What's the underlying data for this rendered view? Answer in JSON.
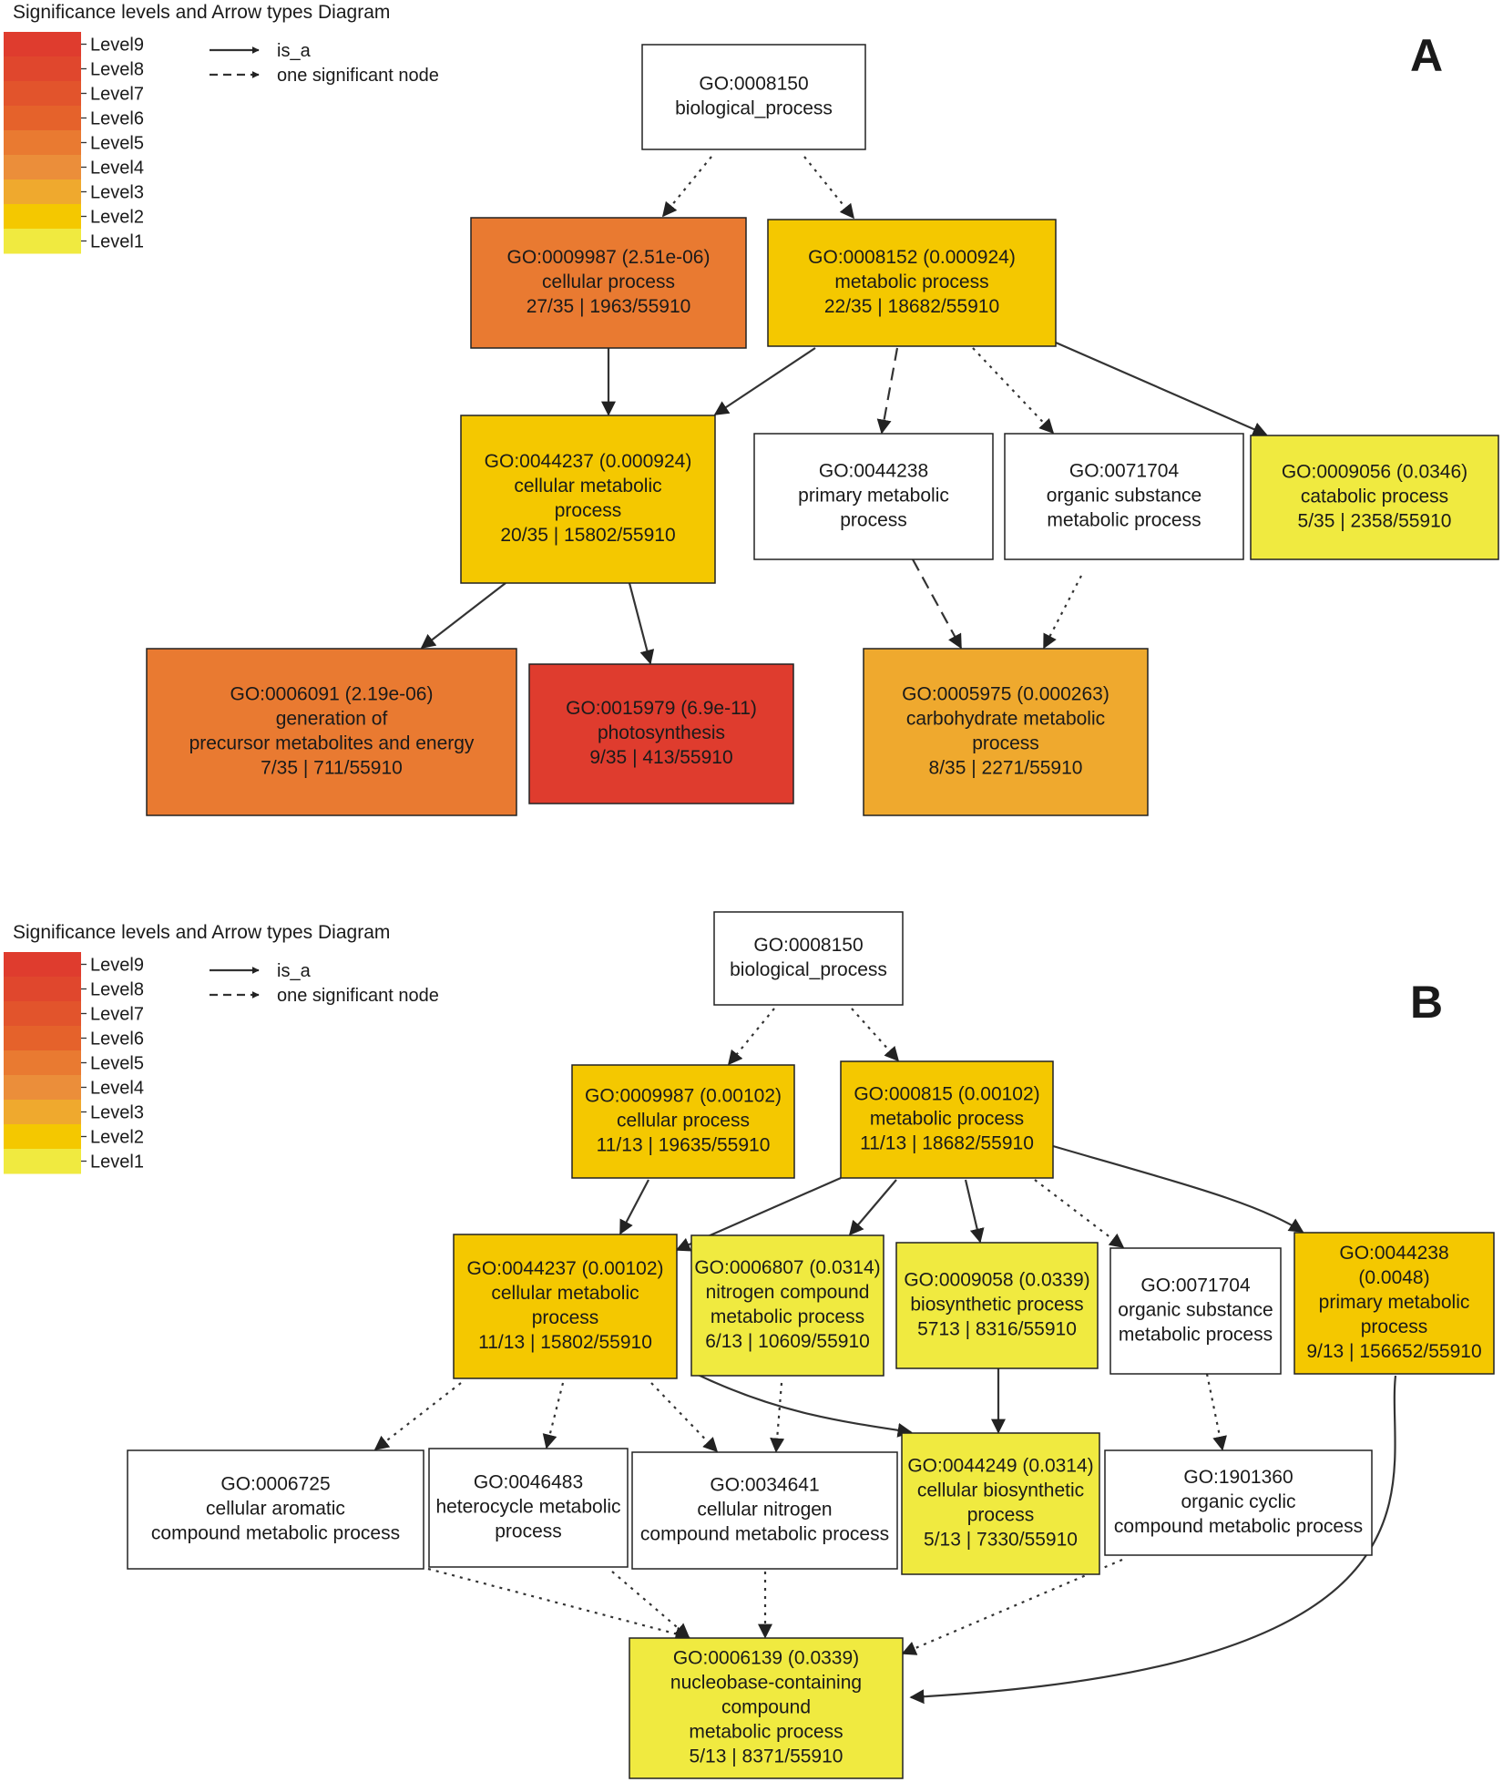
{
  "colors": {
    "level9": "#df3c2e",
    "level8": "#e0472d",
    "level7": "#e2542c",
    "level6": "#e5622b",
    "level5": "#e97a31",
    "level4": "#eb8e3a",
    "level3": "#efa92e",
    "level2": "#f4c800",
    "level1": "#f0ea40",
    "none": "#ffffff"
  },
  "legend": {
    "title": "Significance levels and Arrow types Diagram",
    "levels": [
      "Level9",
      "Level8",
      "Level7",
      "Level6",
      "Level5",
      "Level4",
      "Level3",
      "Level2",
      "Level1"
    ],
    "arrow_types": [
      {
        "label": "is_a",
        "style": "solid"
      },
      {
        "label": "one significant node",
        "style": "dashed"
      }
    ]
  },
  "panels": [
    {
      "letter": "A",
      "nodes": [
        {
          "id": "a_root",
          "fill": "none",
          "lines": [
            "GO:0008150",
            "biological_process"
          ]
        },
        {
          "id": "a_cell",
          "fill": "level5",
          "lines": [
            "GO:0009987 (2.51e-06)",
            "cellular process",
            "27/35 | 1963/55910"
          ]
        },
        {
          "id": "a_meta",
          "fill": "level2",
          "lines": [
            "GO:0008152 (0.000924)",
            "metabolic process",
            "22/35 | 18682/55910"
          ]
        },
        {
          "id": "a_cmp",
          "fill": "level2",
          "lines": [
            "GO:0044237 (0.000924)",
            "cellular metabolic",
            "process",
            "20/35 | 15802/55910"
          ]
        },
        {
          "id": "a_pmp",
          "fill": "none",
          "lines": [
            "GO:0044238",
            "primary metabolic",
            "process"
          ]
        },
        {
          "id": "a_osm",
          "fill": "none",
          "lines": [
            "GO:0071704",
            "organic substance",
            "metabolic process"
          ]
        },
        {
          "id": "a_cat",
          "fill": "level1",
          "lines": [
            "GO:0009056 (0.0346)",
            "catabolic process",
            "5/35 | 2358/55910"
          ]
        },
        {
          "id": "a_gen",
          "fill": "level5",
          "lines": [
            "GO:0006091 (2.19e-06)",
            "generation of",
            "precursor metabolites and energy",
            "7/35 | 711/55910"
          ]
        },
        {
          "id": "a_pho",
          "fill": "level9",
          "lines": [
            "GO:0015979 (6.9e-11)",
            "photosynthesis",
            "9/35 | 413/55910"
          ]
        },
        {
          "id": "a_car",
          "fill": "level3",
          "lines": [
            "GO:0005975 (0.000263)",
            "carbohydrate metabolic",
            "process",
            "8/35 | 2271/55910"
          ]
        }
      ]
    },
    {
      "letter": "B",
      "nodes": [
        {
          "id": "b_root",
          "fill": "none",
          "lines": [
            "GO:0008150",
            "biological_process"
          ]
        },
        {
          "id": "b_cell",
          "fill": "level2",
          "lines": [
            "GO:0009987 (0.00102)",
            "cellular process",
            "11/13 | 19635/55910"
          ]
        },
        {
          "id": "b_meta",
          "fill": "level2",
          "lines": [
            "GO:000815 (0.00102)",
            "metabolic process",
            "11/13 | 18682/55910"
          ]
        },
        {
          "id": "b_cmp",
          "fill": "level2",
          "lines": [
            "GO:0044237 (0.00102)",
            "cellular metabolic",
            "process",
            "11/13 | 15802/55910"
          ]
        },
        {
          "id": "b_ncm",
          "fill": "level1",
          "lines": [
            "GO:0006807 (0.0314)",
            "nitrogen compound",
            "metabolic process",
            "6/13 | 10609/55910"
          ]
        },
        {
          "id": "b_bio",
          "fill": "level1",
          "lines": [
            "GO:0009058 (0.0339)",
            "biosynthetic process",
            "5713 | 8316/55910"
          ]
        },
        {
          "id": "b_osm",
          "fill": "none",
          "lines": [
            "GO:0071704",
            "organic substance",
            "metabolic process"
          ]
        },
        {
          "id": "b_pmp",
          "fill": "level2",
          "lines": [
            "GO:0044238",
            "(0.0048)",
            "primary metabolic",
            "process",
            "9/13 | 156652/55910"
          ]
        },
        {
          "id": "b_cac",
          "fill": "none",
          "lines": [
            "GO:0006725",
            "cellular aromatic",
            "compound metabolic process"
          ]
        },
        {
          "id": "b_het",
          "fill": "none",
          "lines": [
            "GO:0046483",
            "heterocycle metabolic",
            "process"
          ]
        },
        {
          "id": "b_cnc",
          "fill": "none",
          "lines": [
            "GO:0034641",
            "cellular nitrogen",
            "compound metabolic process"
          ]
        },
        {
          "id": "b_cbp",
          "fill": "level1",
          "lines": [
            "GO:0044249 (0.0314)",
            "cellular biosynthetic",
            "process",
            "5/13 | 7330/55910"
          ]
        },
        {
          "id": "b_occ",
          "fill": "none",
          "lines": [
            "GO:1901360",
            "organic cyclic",
            "compound metabolic process"
          ]
        },
        {
          "id": "b_nuc",
          "fill": "level1",
          "lines": [
            "GO:0006139 (0.0339)",
            "nucleobase-containing",
            "compound",
            "metabolic process",
            "5/13 | 8371/55910"
          ]
        }
      ]
    }
  ]
}
